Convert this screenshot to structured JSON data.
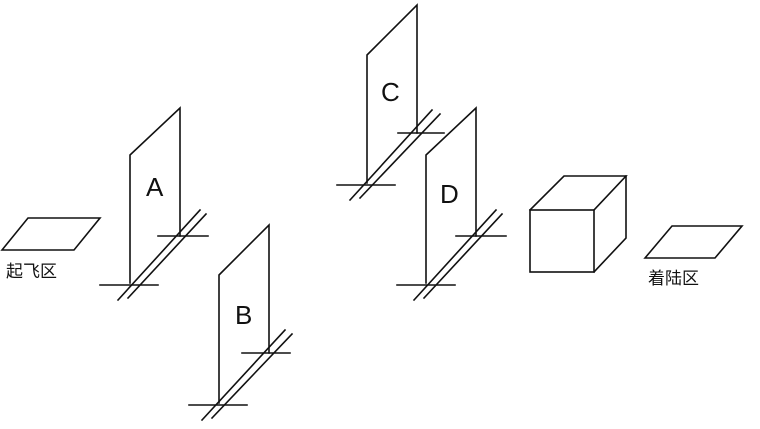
{
  "gates": {
    "a": {
      "label": "A"
    },
    "b": {
      "label": "B"
    },
    "c": {
      "label": "C"
    },
    "d": {
      "label": "D"
    }
  },
  "zones": {
    "takeoff": "起飞区",
    "landing": "着陆区"
  }
}
